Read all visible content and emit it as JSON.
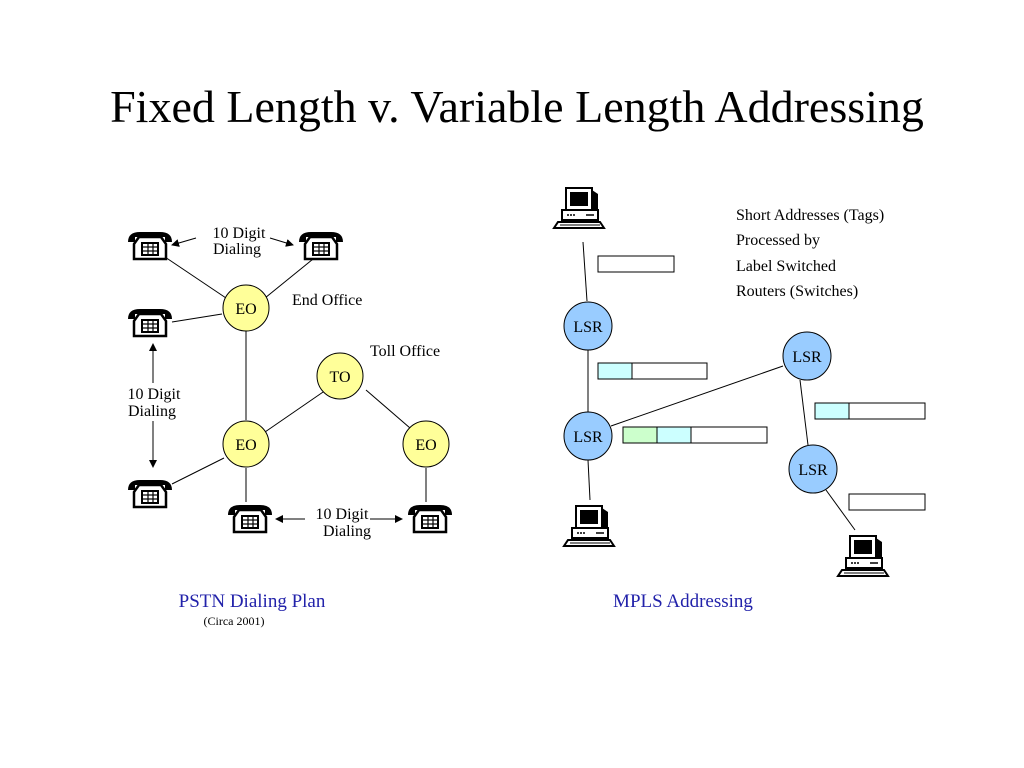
{
  "title": "Fixed Length v. Variable Length Addressing",
  "colors": {
    "office_node": "#ffff99",
    "lsr_node": "#99ccff",
    "tag_cyan": "#ccffff",
    "tag_green": "#ccffcc",
    "caption": "#2222aa"
  },
  "pstn": {
    "node_eo": "EO",
    "node_to": "TO",
    "end_office_label": "End Office",
    "toll_office_label": "Toll Office",
    "dialing_top_line1": "10 Digit",
    "dialing_top_line2": "Dialing",
    "dialing_left_line1": "10 Digit",
    "dialing_left_line2": "Dialing",
    "dialing_bottom_line1": "10 Digit",
    "dialing_bottom_line2": "Dialing",
    "caption": "PSTN Dialing Plan",
    "subcaption": "(Circa 2001)",
    "icon": "telephone-icon"
  },
  "mpls": {
    "node_lsr": "LSR",
    "note_line1": "Short Addresses (Tags)",
    "note_line2": "Processed by",
    "note_line3": "Label Switched",
    "note_line4": "Routers (Switches)",
    "caption": "MPLS Addressing",
    "icon": "computer-icon"
  }
}
